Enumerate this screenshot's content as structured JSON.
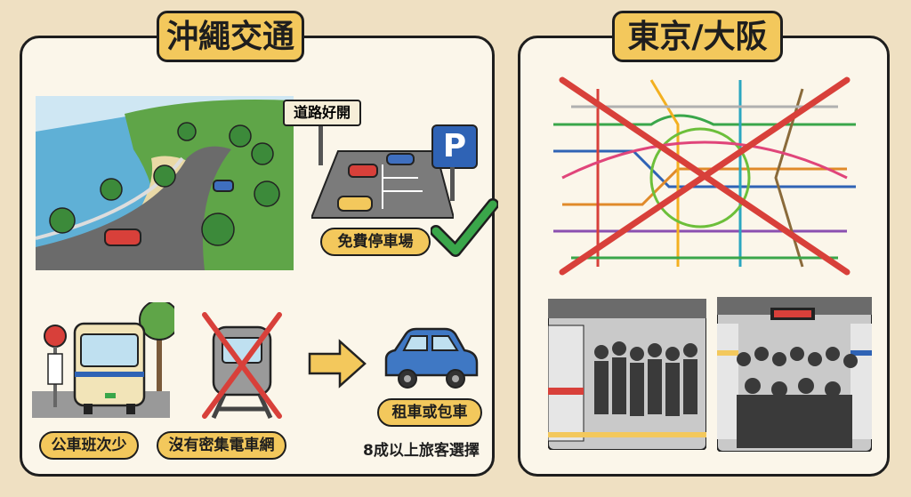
{
  "okinawa": {
    "title": "沖繩交通",
    "road_sign": "道路好開",
    "parking_sign": "P",
    "free_parking": "免費停車場",
    "bus_label": "公車班次少",
    "train_label": "沒有密集電車網",
    "car_label": "租車或包車",
    "car_caption": "8成以上旅客選擇"
  },
  "tokyo_osaka": {
    "title": "東京/大阪"
  },
  "colors": {
    "background": "#efe0c2",
    "panel": "#fbf6ea",
    "label": "#f3c85c",
    "cross": "#d8403a",
    "check": "#3aa64a"
  }
}
